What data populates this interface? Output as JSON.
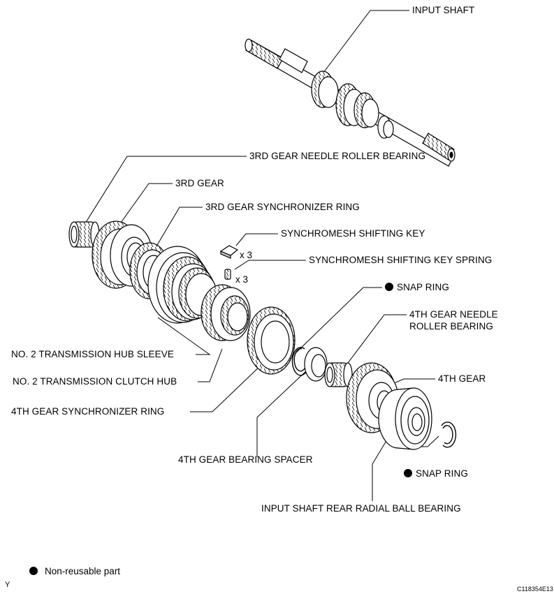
{
  "labels": {
    "input_shaft": "INPUT SHAFT",
    "third_gear_needle_bearing": "3RD GEAR NEEDLE ROLLER BEARING",
    "third_gear": "3RD GEAR",
    "third_gear_sync_ring": "3RD GEAR SYNCHRONIZER RING",
    "shifting_key": "SYNCHROMESH SHIFTING KEY",
    "shifting_key_spring": "SYNCHROMESH SHIFTING KEY SPRING",
    "snap_ring_1": "SNAP RING",
    "fourth_gear_needle_bearing_l1": "4TH GEAR NEEDLE",
    "fourth_gear_needle_bearing_l2": "ROLLER BEARING",
    "fourth_gear": "4TH GEAR",
    "hub_sleeve": "NO. 2 TRANSMISSION HUB SLEEVE",
    "clutch_hub": "NO. 2 TRANSMISSION CLUTCH HUB",
    "fourth_gear_sync_ring": "4TH GEAR SYNCHRONIZER RING",
    "bearing_spacer": "4TH GEAR BEARING SPACER",
    "snap_ring_2": "SNAP RING",
    "rear_ball_bearing": "INPUT SHAFT REAR RADIAL BALL BEARING"
  },
  "quantities": {
    "key_qty": "x 3",
    "spring_qty": "x 3"
  },
  "legend": {
    "non_reusable": "Non-reusable part"
  },
  "footer": {
    "left_mark": "Y",
    "figure_code": "C118354E13"
  },
  "colors": {
    "ink": "#000000",
    "paper": "#ffffff",
    "shade": "#bdbdbd"
  }
}
